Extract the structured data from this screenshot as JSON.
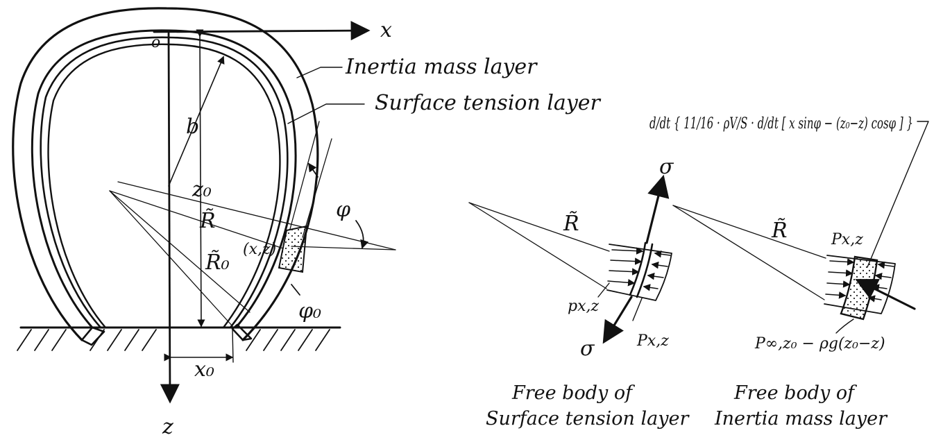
{
  "labels": {
    "x_axis": "x",
    "z_axis": "z",
    "origin": "o",
    "b": "b",
    "z0": "z₀",
    "R_tilde": "R̃",
    "R0_tilde": "R̃₀",
    "point_xz": "(x,z)",
    "phi": "φ",
    "phi0": "φ₀",
    "x0": "x₀",
    "inertia_layer": "Inertia mass layer",
    "surface_layer": "Surface tension layer"
  },
  "fbd_surface": {
    "R_tilde": "R̃",
    "sigma_top": "σ",
    "sigma_bottom": "σ",
    "p_inside": "px,z",
    "P_outside": "Px,z",
    "caption_line1": "Free body of",
    "caption_line2": "Surface tension layer"
  },
  "fbd_inertia": {
    "R_tilde": "R̃",
    "P_top": "Px,z",
    "P_bottom": "P∞,z₀ − ρg(z₀−z)",
    "formula": "d/dt { 11/16 · ρV/S · d/dt [ x sinφ − (z₀−z) cosφ ] }",
    "caption_line1": "Free body of",
    "caption_line2": "Inertia mass layer"
  }
}
